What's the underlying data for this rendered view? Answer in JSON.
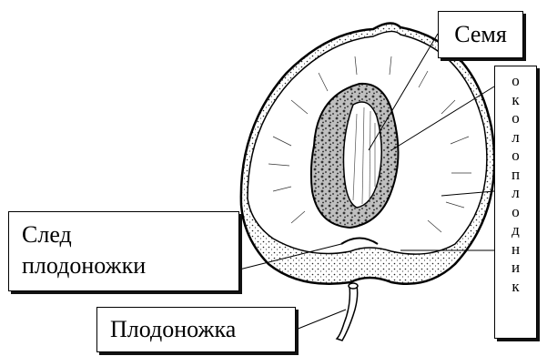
{
  "labels": {
    "seed": "Семя",
    "pericarp": "Околоплодник",
    "stalk_scar": [
      "След",
      "плодоножки"
    ],
    "stalk": "Плодоножка"
  }
}
